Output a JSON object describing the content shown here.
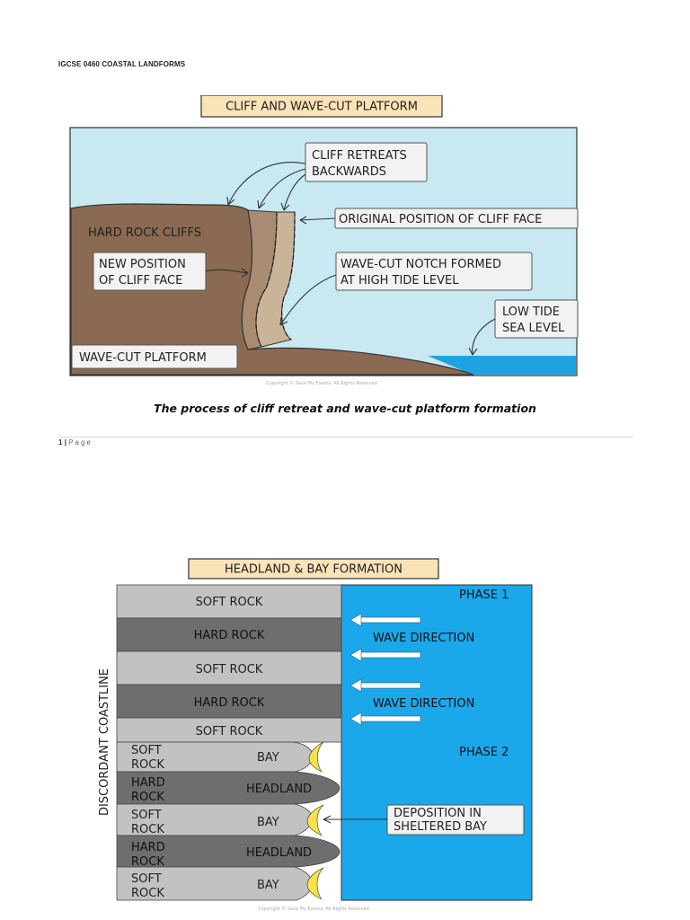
{
  "document": {
    "header": "IGCSE 0460 COASTAL LANDFORMS",
    "caption": "The process of cliff retreat and wave-cut platform formation",
    "footer": {
      "page_number": "1",
      "separator": "|",
      "page_label": "Page"
    }
  },
  "figure1": {
    "title": "CLIFF AND WAVE-CUT PLATFORM",
    "labels": {
      "cliff_retreats_line1": "CLIFF RETREATS",
      "cliff_retreats_line2": "BACKWARDS",
      "original_position": "ORIGINAL POSITION OF CLIFF FACE",
      "hard_rock_cliffs": "HARD ROCK CLIFFS",
      "new_position_line1": "NEW POSITION",
      "new_position_line2": "OF CLIFF FACE",
      "notch_line1": "WAVE-CUT NOTCH FORMED",
      "notch_line2": "AT HIGH TIDE LEVEL",
      "low_tide_line1": "LOW TIDE",
      "low_tide_line2": "SEA LEVEL",
      "platform": "WAVE-CUT PLATFORM"
    },
    "copyright": "Copyright © Save My Exams. All Rights Reserved",
    "colors": {
      "sky": "#c8e8f2",
      "cliff": "#8a6a52",
      "retreat_zone": "#a88b72",
      "original_zone": "#c9b49a",
      "sea": "#1fa3e0",
      "label_bg": "#f2f2f2",
      "title_bg": "#fbe3b8"
    }
  },
  "figure2": {
    "title": "HEADLAND & BAY FORMATION",
    "phase1": "PHASE 1",
    "phase2": "PHASE 2",
    "rock_bands": [
      "SOFT ROCK",
      "HARD ROCK",
      "SOFT ROCK",
      "HARD ROCK",
      "SOFT ROCK"
    ],
    "wave_labels": [
      "WAVE DIRECTION",
      "WAVE DIRECTION"
    ],
    "phase2_rows": [
      {
        "rock_line1": "SOFT",
        "rock_line2": "ROCK",
        "feature": "BAY"
      },
      {
        "rock_line1": "HARD",
        "rock_line2": "ROCK",
        "feature": "HEADLAND"
      },
      {
        "rock_line1": "SOFT",
        "rock_line2": "ROCK",
        "feature": "BAY"
      },
      {
        "rock_line1": "HARD",
        "rock_line2": "ROCK",
        "feature": "HEADLAND"
      },
      {
        "rock_line1": "SOFT",
        "rock_line2": "ROCK",
        "feature": "BAY"
      }
    ],
    "deposition_line1": "DEPOSITION IN",
    "deposition_line2": "SHELTERED BAY",
    "side_label": "DISCORDANT COASTLINE",
    "copyright": "Copyright © Save My Exams. All Rights Reserved",
    "colors": {
      "soft_rock": "#c2c2c2",
      "hard_rock": "#6e6e6e",
      "sea": "#1ba8ea",
      "sand": "#f6e24a",
      "title_bg": "#fbe3b8"
    }
  }
}
